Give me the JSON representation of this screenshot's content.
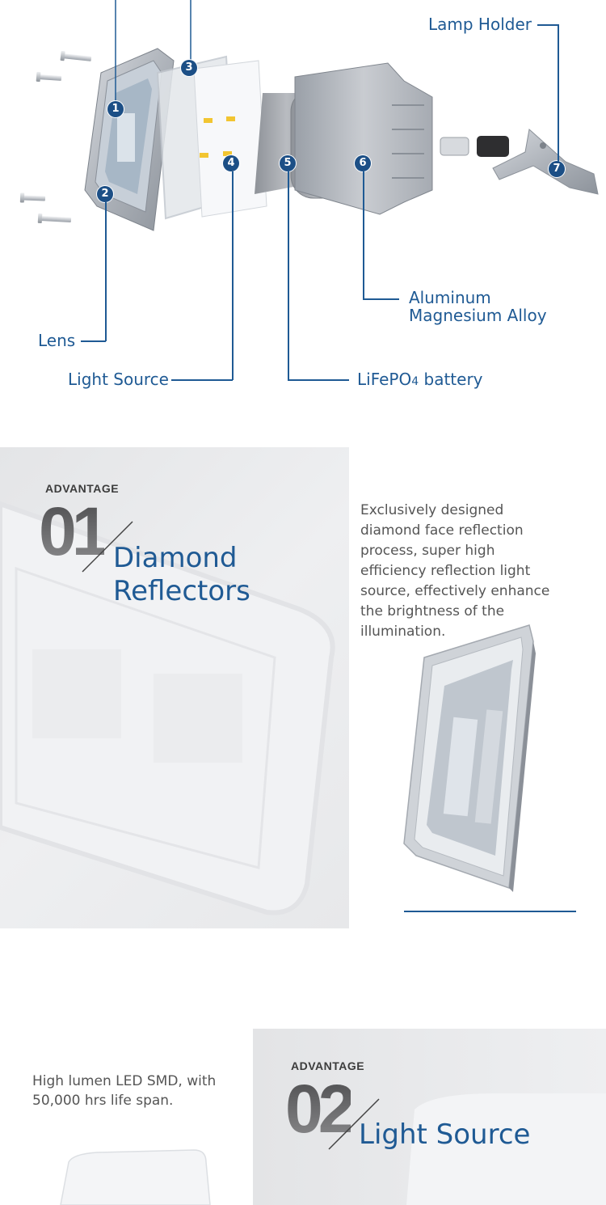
{
  "diagram": {
    "labels": {
      "lamp_holder": "Lamp Holder",
      "aluminum_line1": "Aluminum",
      "aluminum_line2": "Magnesium Alloy",
      "lens": "Lens",
      "light_source": "Light Source",
      "battery_prefix": "LiFePO",
      "battery_sub": "4",
      "battery_suffix": " battery"
    },
    "markers": [
      "1",
      "2",
      "3",
      "4",
      "5",
      "6",
      "7"
    ]
  },
  "advantage1": {
    "tag": "ADVANTAGE",
    "number": "01",
    "title_line1": "Diamond",
    "title_line2": "Reflectors",
    "description": "Exclusively designed diamond face reflection process, super high efficiency reflection light source, effectively enhance the brightness of the illumination."
  },
  "advantage2": {
    "tag": "ADVANTAGE",
    "number": "02",
    "title": "Light Source",
    "description": "High lumen LED SMD, with 50,000 hrs life span."
  },
  "colors": {
    "accent": "#1f5a94",
    "marker": "#1c4f86",
    "panel_gray": "#e8e9eb"
  }
}
